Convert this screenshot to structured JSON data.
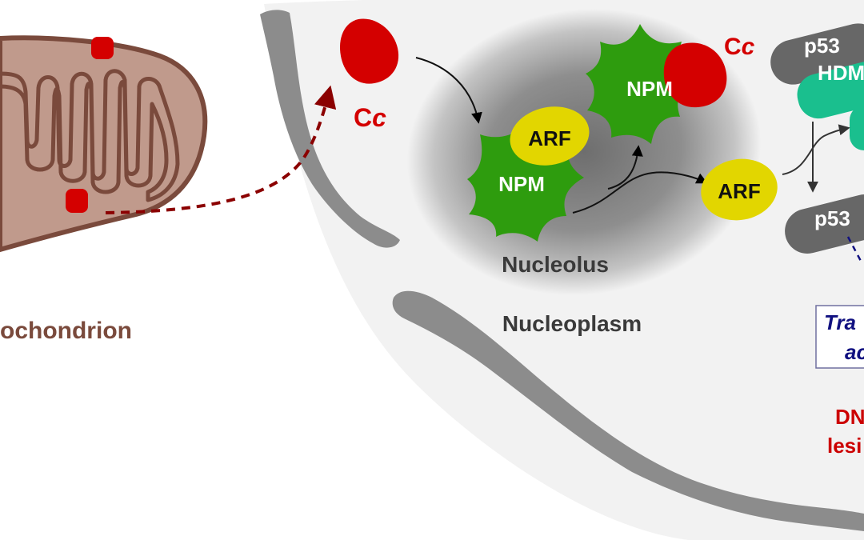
{
  "labels": {
    "mitochondrion": "ochondrion",
    "cc_released": {
      "main": "C",
      "italic": "c"
    },
    "cc_bound": {
      "main": "C",
      "italic": "c"
    },
    "npm_bottom": "NPM",
    "npm_top": "NPM",
    "arf_bound": "ARF",
    "arf_free": "ARF",
    "nucleolus": "Nucleolus",
    "nucleoplasm": "Nucleoplasm",
    "p53_top": "p53",
    "hdm_top": "HDM",
    "p53_bottom": "p53",
    "transcription_line1": "Tra",
    "transcription_line2": "ac",
    "dna_line1": "DN",
    "dna_line2": "lesi"
  },
  "colors": {
    "mito_fill": "#c09a8c",
    "mito_stroke": "#7a4a3c",
    "mito_text": "#7a4a3c",
    "cytc": "#d40000",
    "npm": "#2e9c0e",
    "arf": "#e2d600",
    "nucleolus": "#8a8a8a",
    "nucleus_fill": "#f2f2f2",
    "envelope": "#8c8c8c",
    "p53": "#676767",
    "hdm": "#1abf8e",
    "label_dark": "#3a3a3a",
    "transcription_text": "#101080",
    "dna_text": "#cc0000"
  }
}
